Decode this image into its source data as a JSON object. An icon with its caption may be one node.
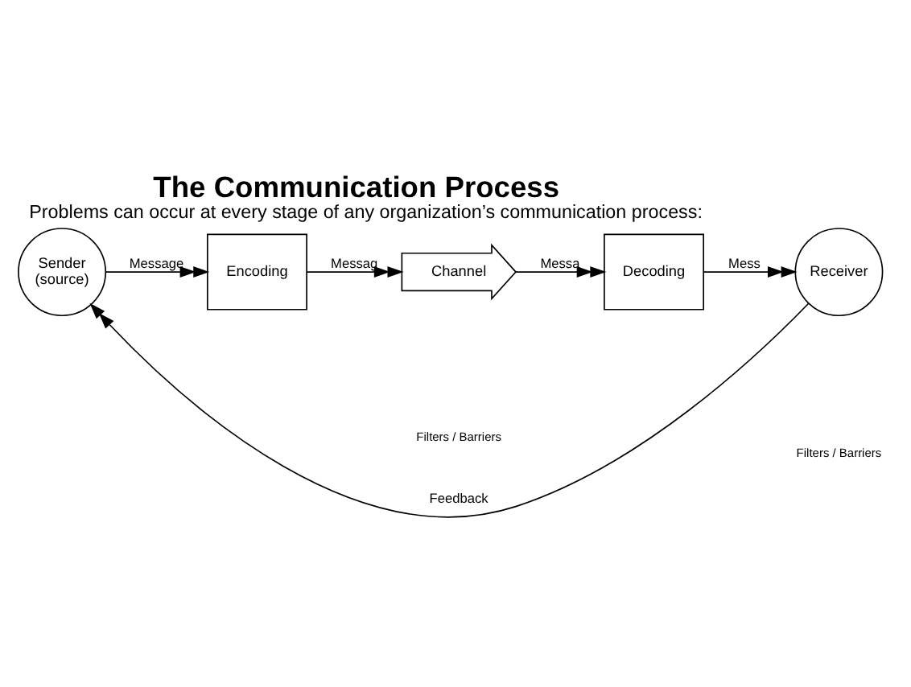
{
  "diagram": {
    "title": "The Communication Process",
    "caption": "Problems can occur at every stage of any organization’s communication process:",
    "nodes": [
      {
        "text": [
          "Sender",
          "(source)"
        ]
      },
      {
        "text": [
          "Encoding"
        ]
      },
      {
        "text": [
          "Channel"
        ]
      },
      {
        "text": [
          "Decoding"
        ]
      },
      {
        "text": [
          "Receiver"
        ]
      }
    ],
    "edges": [
      {
        "from": 0,
        "to": 1,
        "arrow": "to",
        "label": "Message"
      },
      {
        "from": 1,
        "to": 2,
        "arrow": "to",
        "label": "Messag"
      },
      {
        "from": 2,
        "to": 3,
        "arrow": "to",
        "label": "Messa"
      },
      {
        "from": 3,
        "to": 4,
        "arrow": "to",
        "label": "Mess"
      },
      {
        "from": 4,
        "to": 0,
        "arrow": "to",
        "label": "Feedback"
      }
    ],
    "labels": [
      "Filters / Barriers",
      "Filters / Barriers"
    ]
  }
}
